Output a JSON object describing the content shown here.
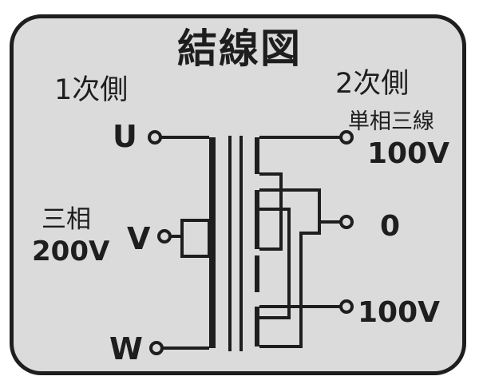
{
  "diagram": {
    "title": "結線図",
    "primary_label": "1次側",
    "secondary_label": "2次側",
    "three_phase_label": "三相",
    "primary_voltage": "200V",
    "single_phase_label": "単相三線",
    "terminals": {
      "u": "U",
      "v": "V",
      "w": "W",
      "upper_100v": "100V",
      "neutral": "0",
      "lower_100v": "100V"
    }
  }
}
